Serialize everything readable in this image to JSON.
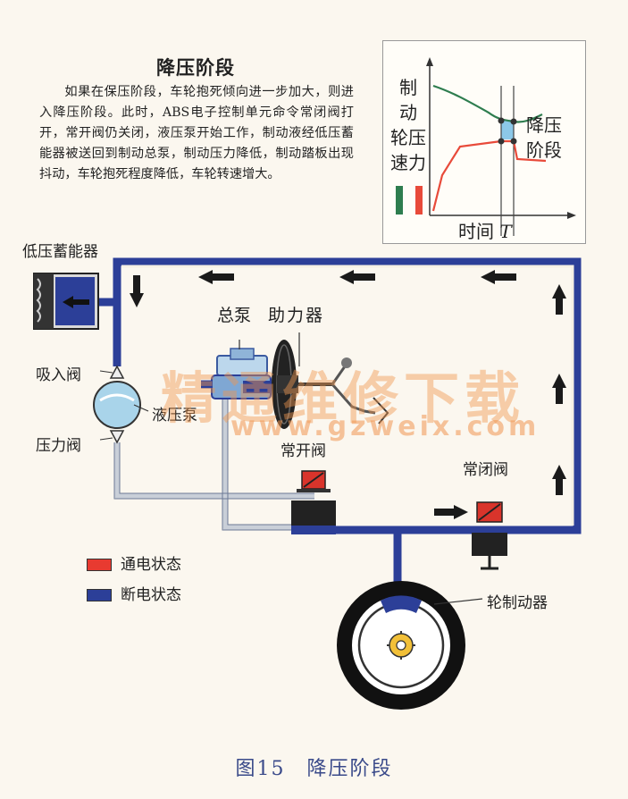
{
  "section_title": "降压阶段",
  "description": "如果在保压阶段，车轮抱死倾向进一步加大，则进入降压阶段。此时，ABS电子控制单元命令常闭阀打开，常开阀仍关闭，液压泵开始工作，制动液经低压蓄能器被送回到制动总泵，制动压力降低，制动踏板出现抖动，车轮抱死程度降低，车轮转速增大。",
  "chart": {
    "ylabel_lines": [
      "制",
      "动",
      "轮压",
      "速力"
    ],
    "xlabel": "时间",
    "xlabel_var": "T",
    "phase_label_lines": [
      "降压",
      "阶段"
    ],
    "colors": {
      "wheel_speed": "#2e7d4f",
      "brake_pressure": "#e84a3a",
      "phase_band": "#8cc8e8"
    }
  },
  "components": {
    "low_pressure_accumulator": "低压蓄能器",
    "inlet_valve": "吸入阀",
    "pressure_valve": "压力阀",
    "hydraulic_pump": "液压泵",
    "master_cylinder": "总泵",
    "booster": "助力器",
    "normally_open_valve": "常开阀",
    "normally_closed_valve": "常闭阀",
    "wheel_brake": "轮制动器"
  },
  "legend": [
    {
      "label": "通电状态",
      "color": "#e83a30"
    },
    {
      "label": "断电状态",
      "color": "#2c3f98"
    }
  ],
  "watermark": {
    "cn": "精通维修下载",
    "url": "www.gzweix.com"
  },
  "caption": "图15　降压阶段",
  "colors": {
    "pipe_blue": "#2c3f98",
    "pipe_gray": "#c9cfd8",
    "valve_red": "#d9342b"
  }
}
